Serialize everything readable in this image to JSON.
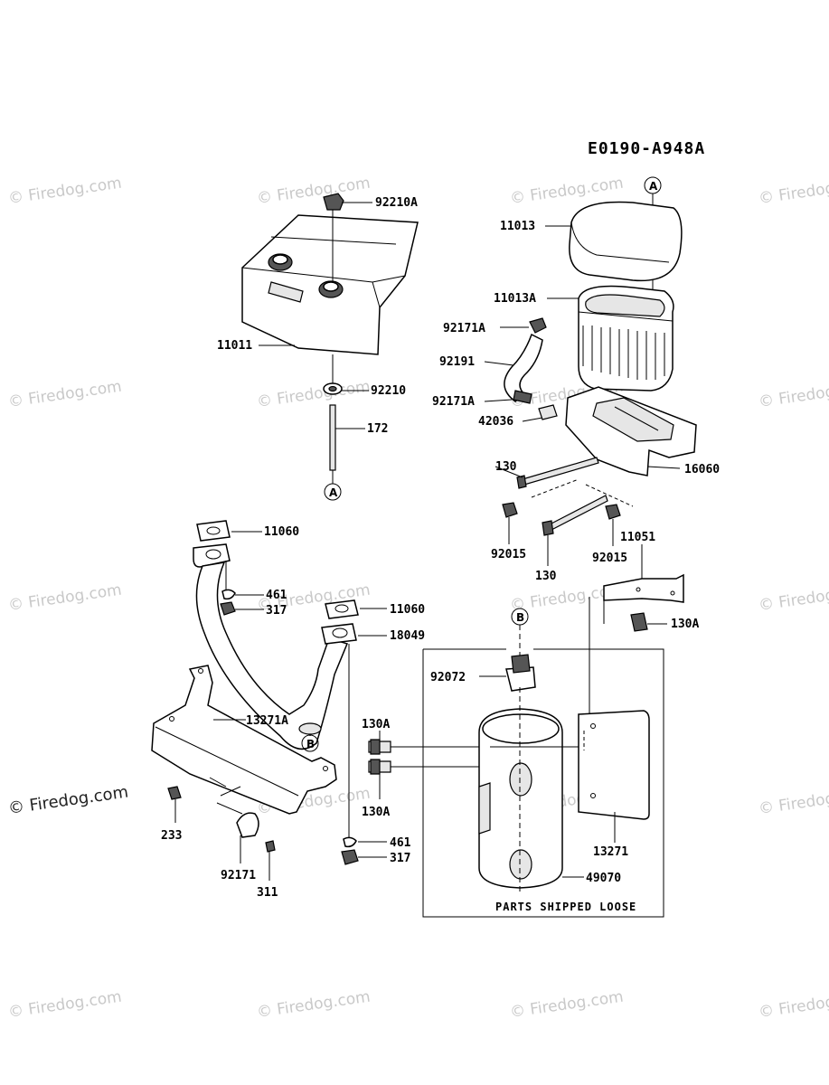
{
  "diagram": {
    "reference_code": "E0190-A948A",
    "note": "PARTS SHIPPED LOOSE",
    "watermark": "© Firedog.com",
    "callouts": {
      "a_top": "A",
      "a_bottom": "A",
      "b_top": "B",
      "b_bottom": "B"
    },
    "parts": {
      "p92210A": "92210A",
      "p11011": "11011",
      "p92210": "92210",
      "p172": "172",
      "p11013": "11013",
      "p11013A": "11013A",
      "p92171A_1": "92171A",
      "p92191": "92191",
      "p92171A_2": "92171A",
      "p42036": "42036",
      "p130_1": "130",
      "p16060": "16060",
      "p92015_1": "92015",
      "p130_2": "130",
      "p92015_2": "92015",
      "p11051": "11051",
      "p130A_1": "130A",
      "p11060_1": "11060",
      "p461_1": "461",
      "p317_1": "317",
      "p11060_2": "11060",
      "p18049": "18049",
      "p92072": "92072",
      "p130A_2": "130A",
      "p130A_3": "130A",
      "p13271A": "13271A",
      "p233": "233",
      "p92171": "92171",
      "p311": "311",
      "p461_2": "461",
      "p317_2": "317",
      "p13271": "13271",
      "p49070": "49070"
    }
  }
}
